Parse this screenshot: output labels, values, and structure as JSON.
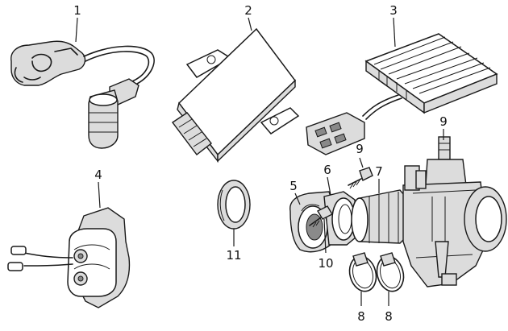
{
  "callouts": [
    {
      "id": "ignition-coil",
      "label": "1"
    },
    {
      "id": "cdi-unit",
      "label": "2"
    },
    {
      "id": "regulator-rectifier",
      "label": "3"
    },
    {
      "id": "stator-pickup",
      "label": "4"
    },
    {
      "id": "intake-manifold",
      "label": "5"
    },
    {
      "id": "manifold-joint",
      "label": "6"
    },
    {
      "id": "carburetor-boot",
      "label": "7"
    },
    {
      "id": "hose-clamp-left",
      "label": "8"
    },
    {
      "id": "hose-clamp-right",
      "label": "8"
    },
    {
      "id": "carburetor",
      "label": "9"
    },
    {
      "id": "bolt-upper",
      "label": "10"
    },
    {
      "id": "bolt-lower",
      "label": "10"
    },
    {
      "id": "o-ring",
      "label": "11"
    }
  ]
}
